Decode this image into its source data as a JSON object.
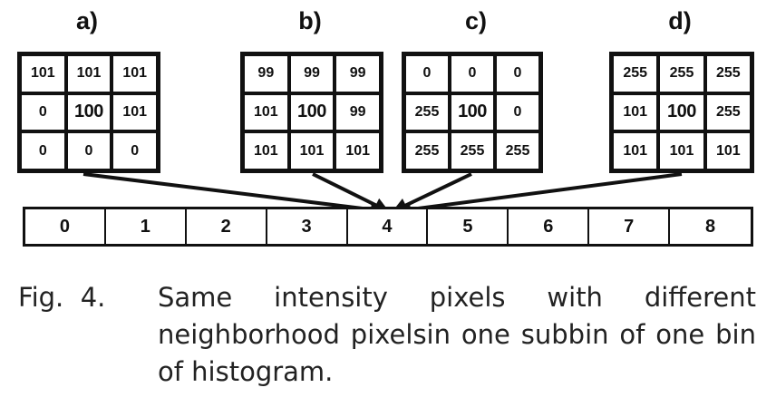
{
  "panels": [
    {
      "label": "a)",
      "cells": [
        "101",
        "101",
        "101",
        "0",
        "100",
        "101",
        "0",
        "0",
        "0"
      ]
    },
    {
      "label": "b)",
      "cells": [
        "99",
        "99",
        "99",
        "101",
        "100",
        "99",
        "101",
        "101",
        "101"
      ]
    },
    {
      "label": "c)",
      "cells": [
        "0",
        "0",
        "0",
        "255",
        "100",
        "0",
        "255",
        "255",
        "255"
      ]
    },
    {
      "label": "d)",
      "cells": [
        "255",
        "255",
        "255",
        "101",
        "100",
        "255",
        "101",
        "101",
        "101"
      ]
    }
  ],
  "histogram": {
    "bins": [
      "0",
      "1",
      "2",
      "3",
      "4",
      "5",
      "6",
      "7",
      "8"
    ]
  },
  "caption": {
    "label": "Fig.  4.",
    "text": "Same intensity pixels with different neighborhood pixelsin one subbin of one bin of histogram."
  }
}
